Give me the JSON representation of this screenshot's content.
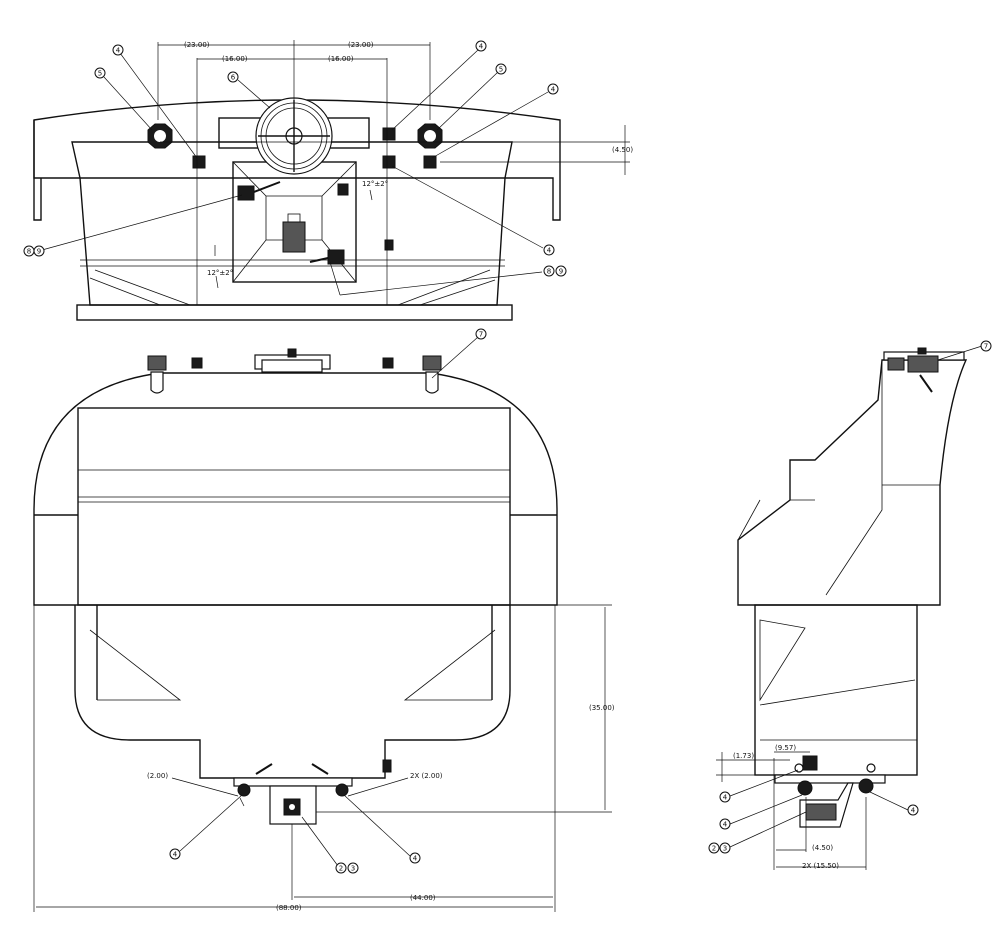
{
  "top_view": {
    "dims": {
      "d23_left": "(23.00)",
      "d23_right": "(23.00)",
      "d16_left": "(16.00)",
      "d16_right": "(16.00)",
      "d450": "(4.50)",
      "angle1": "12°±2°",
      "angle2": "12°±2°"
    },
    "balloons": {
      "b4_a": "4",
      "b4_b": "4",
      "b4_c": "4",
      "b4_d": "4",
      "b5_a": "5",
      "b5_b": "5",
      "b6": "6",
      "b8_a": "8",
      "b9_a": "9",
      "b8_b": "8",
      "b9_b": "9"
    }
  },
  "front_view": {
    "dims": {
      "d35": "(35.00)",
      "d200": "(2.00)",
      "d2x200": "2X (2.00)",
      "d44": "(44.00)",
      "d88": "(88.00)"
    },
    "balloons": {
      "b7": "7",
      "b4_l": "4",
      "b4_r": "4",
      "b2": "2",
      "b3": "3"
    }
  },
  "side_view": {
    "dims": {
      "d957": "(9.57)",
      "d173": "(1.73)",
      "d450": "(4.50)",
      "d2x1550": "2X (15.50)"
    },
    "balloons": {
      "b7": "7",
      "b4_a": "4",
      "b4_b": "4",
      "b4_c": "4",
      "b2": "2",
      "b3": "3"
    }
  }
}
